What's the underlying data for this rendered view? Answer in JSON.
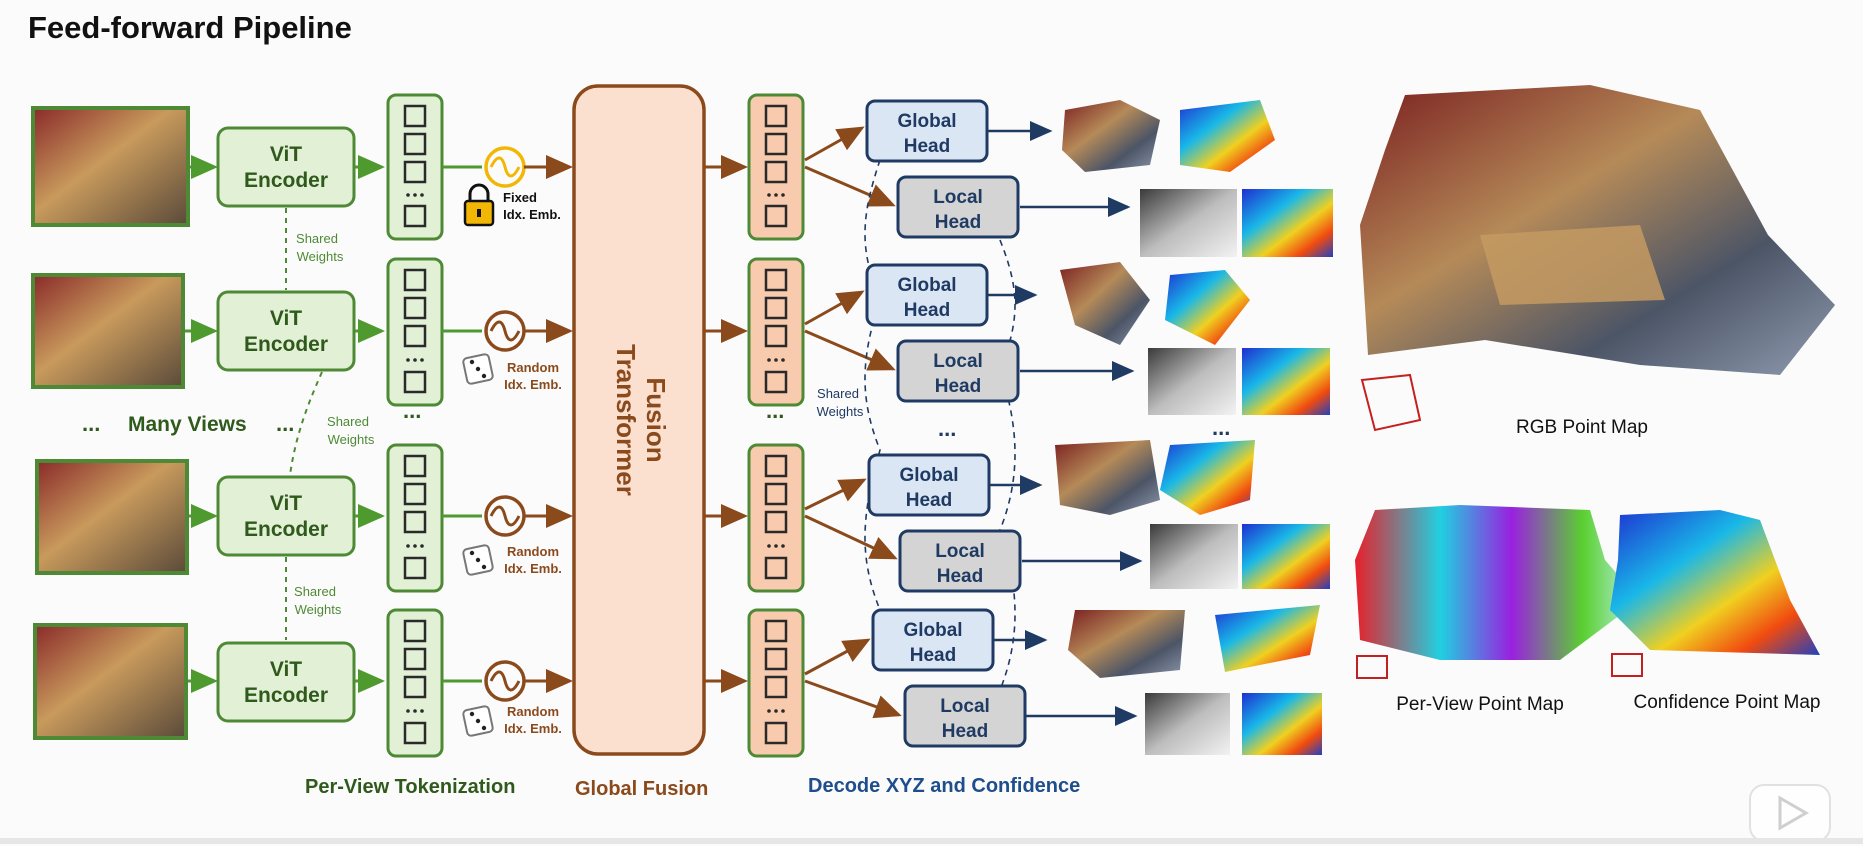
{
  "title": "Feed-forward Pipeline",
  "encoder": {
    "line1": "ViT",
    "line2": "Encoder"
  },
  "shared_weights": {
    "line1": "Shared",
    "line2": "Weights"
  },
  "many_views": "Many Views",
  "ellipsis": "...",
  "embeddings": {
    "fixed": {
      "line1": "Fixed",
      "line2": "Idx. Emb."
    },
    "random": {
      "line1": "Random",
      "line2": "Idx. Emb."
    }
  },
  "fusion": {
    "line1": "Fusion",
    "line2": "Transformer"
  },
  "global_head": {
    "line1": "Global",
    "line2": "Head"
  },
  "local_head": {
    "line1": "Local",
    "line2": "Head"
  },
  "stage_labels": {
    "tokenization": "Per-View Tokenization",
    "fusion": "Global Fusion",
    "decode": "Decode XYZ and Confidence"
  },
  "outputs": {
    "rgb": "RGB Point Map",
    "per_view": "Per-View Point Map",
    "confidence": "Confidence Point Map"
  },
  "colors": {
    "encoder_fill": "#e2f0d6",
    "encoder_stroke": "#4e8a35",
    "fusion_fill": "#fbe0d0",
    "fusion_stroke": "#8b4a1c",
    "fused_token_fill": "#f8cbae",
    "global_head_fill": "#dbe6f5",
    "local_head_fill": "#d4d4d4",
    "head_stroke": "#1f3a63"
  }
}
